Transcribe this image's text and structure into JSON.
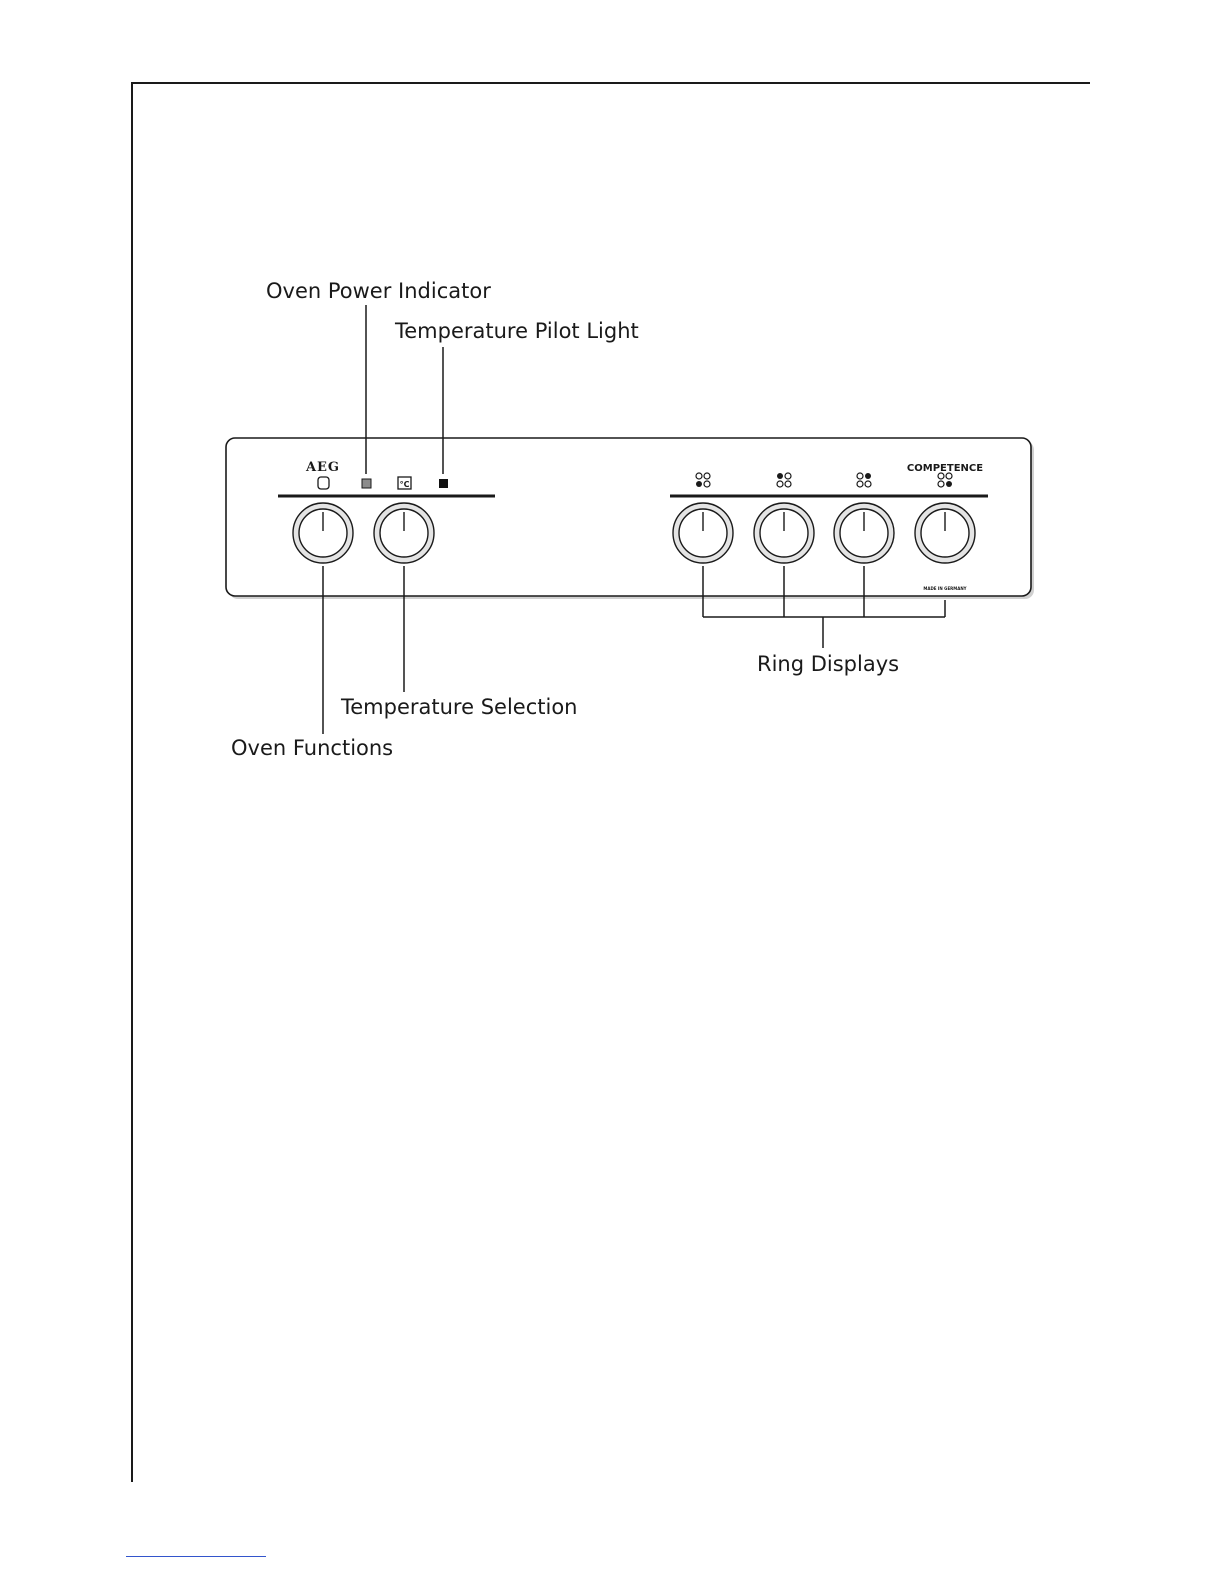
{
  "labels": {
    "oven_power_indicator": "Oven Power Indicator",
    "temperature_pilot_light": "Temperature Pilot Light",
    "ring_displays": "Ring Displays",
    "temperature_selection": "Temperature Selection",
    "oven_functions": "Oven Functions"
  },
  "panel": {
    "brand": "AEG",
    "model": "COMPETENCE",
    "made_in": "MADE IN GERMANY",
    "temp_symbol": "°C"
  },
  "colors": {
    "line": "#1a1a1a",
    "panel_fill": "#ffffff",
    "knob_ring": "#d9d9d9",
    "power_indicator": "#8c8c8c",
    "pilot_light": "#111111"
  }
}
